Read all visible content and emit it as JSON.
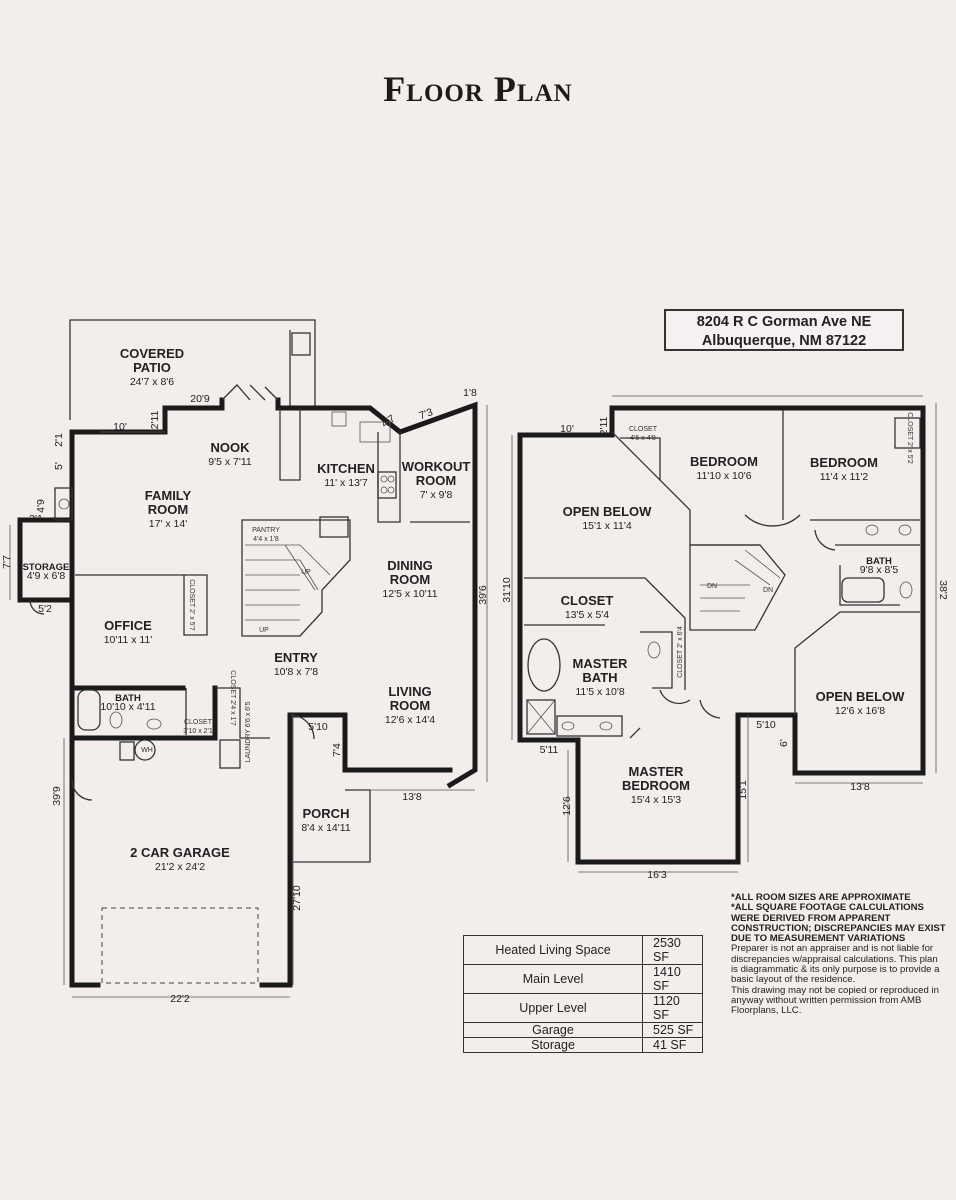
{
  "title": "Floor Plan",
  "address": {
    "line1": "8204 R C Gorman Ave NE",
    "line2": "Albuquerque, NM 87122"
  },
  "main_level": {
    "rooms": [
      {
        "name": "COVERED",
        "name2": "PATIO",
        "size": "24'7 x 8'6"
      },
      {
        "name": "NOOK",
        "size": "9'5 x 7'11"
      },
      {
        "name": "FAMILY",
        "name2": "ROOM",
        "size": "17' x 14'"
      },
      {
        "name": "KITCHEN",
        "size": "11' x 13'7"
      },
      {
        "name": "WORKOUT",
        "name2": "ROOM",
        "size": "7' x 9'8"
      },
      {
        "name": "STORAGE",
        "size": "4'9 x 6'8"
      },
      {
        "name": "PANTRY",
        "size": "4'4 x 1'8"
      },
      {
        "name": "DINING",
        "name2": "ROOM",
        "size": "12'5 x 10'11"
      },
      {
        "name": "OFFICE",
        "size": "10'11 x 11'"
      },
      {
        "name": "CLOSET",
        "size": "2' x 5'7"
      },
      {
        "name": "ENTRY",
        "size": "10'8 x 7'8"
      },
      {
        "name": "LIVING",
        "name2": "ROOM",
        "size": "12'6 x 14'4"
      },
      {
        "name": "BATH",
        "size": "10'10 x 4'11"
      },
      {
        "name": "CLOSET",
        "size": "3'10 x 2'1"
      },
      {
        "name": "CLOSET",
        "size": "2'4 x 1'7"
      },
      {
        "name": "LAUNDRY",
        "size": "6'6 x 6'5"
      },
      {
        "name": "PORCH",
        "size": "8'4 x 14'11"
      },
      {
        "name": "2 CAR GARAGE",
        "size": "21'2 x 24'2"
      }
    ],
    "dims": [
      "20'9",
      "10'",
      "2'11",
      "4'7",
      "7'3",
      "1'8",
      "5'",
      "2'1",
      "4'9",
      "3'1",
      "7'7",
      "5'2",
      "39'6",
      "39'9",
      "5'10",
      "7'4",
      "13'8",
      "27'10",
      "22'2"
    ],
    "labels": {
      "up": "UP",
      "up2": "UP",
      "wh": "WH"
    }
  },
  "upper_level": {
    "rooms": [
      {
        "name": "CLOSET",
        "size": "4'6 x 4'8"
      },
      {
        "name": "BEDROOM",
        "size": "11'10 x 10'6"
      },
      {
        "name": "BEDROOM",
        "size": "11'4 x 11'2"
      },
      {
        "name": "CLOSET",
        "size": "2' x 5'2"
      },
      {
        "name": "OPEN BELOW",
        "size": "15'1 x 11'4"
      },
      {
        "name": "BATH",
        "size": "9'8 x 8'5"
      },
      {
        "name": "CLOSET",
        "size": "13'5 x 5'4"
      },
      {
        "name": "MASTER",
        "name2": "BATH",
        "size": "11'5 x 10'8"
      },
      {
        "name": "CLOSET",
        "size": "2' x 6'4"
      },
      {
        "name": "OPEN BELOW",
        "size": "12'6 x 16'8"
      },
      {
        "name": "MASTER",
        "name2": "BEDROOM",
        "size": "15'4 x 15'3"
      }
    ],
    "dims": [
      "10'",
      "2'11",
      "31'10",
      "38'2",
      "5'11",
      "5'10",
      "6'",
      "12'6",
      "15'1",
      "16'3",
      "13'8"
    ],
    "labels": {
      "dn": "DN",
      "dn2": "DN"
    }
  },
  "sqft_table": [
    {
      "label": "Heated Living Space",
      "value": "2530 SF"
    },
    {
      "label": "Main Level",
      "value": "1410 SF"
    },
    {
      "label": "Upper Level",
      "value": "1120 SF"
    },
    {
      "label": "Garage",
      "value": "525 SF"
    },
    {
      "label": "Storage",
      "value": "41 SF"
    }
  ],
  "disclaimer": {
    "line1": "*ALL ROOM SIZES ARE APPROXIMATE",
    "line2": "*ALL SQUARE FOOTAGE CALCULATIONS WERE DERIVED FROM APPARENT CONSTRUCTION; DISCREPANCIES MAY EXIST DUE TO MEASUREMENT VARIATIONS",
    "body": "Preparer is not an appraiser and is not liable for discrepancies w/appraisal calculations. This plan is diagrammatic & its only purpose is to provide a basic layout of the residence.",
    "copyright": "This drawing may not be copied or reproduced in anyway without written permission from AMB Floorplans, LLC."
  }
}
